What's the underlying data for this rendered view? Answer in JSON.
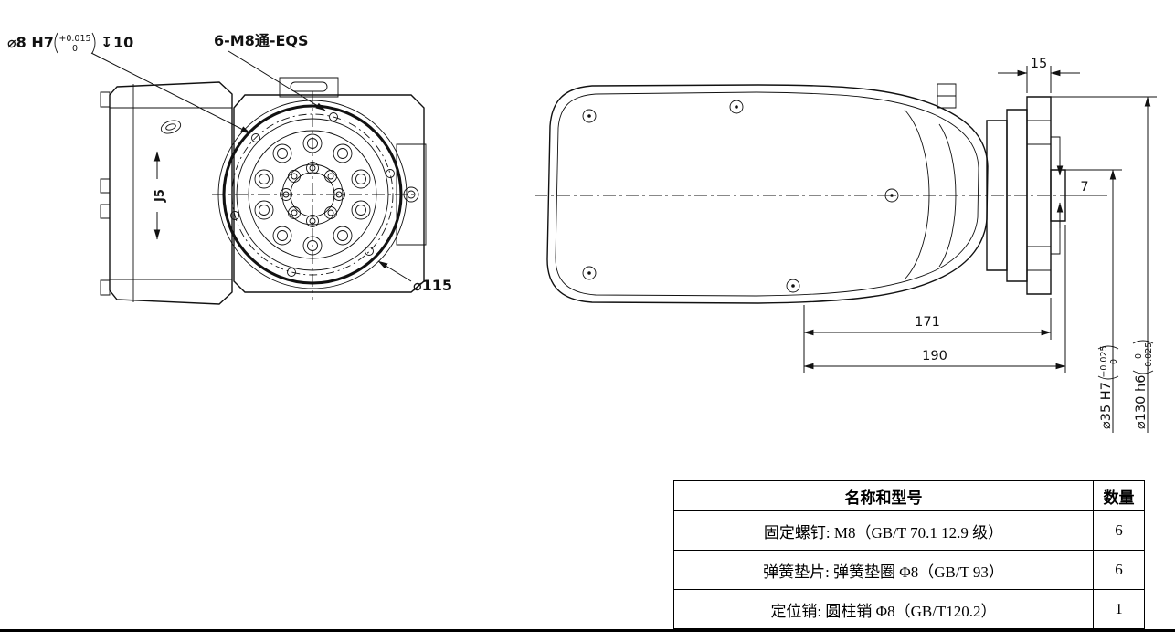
{
  "drawing": {
    "callout_bore": {
      "main": "⌀8 H7",
      "tol_upper": "+0.015",
      "tol_lower": "0",
      "depth_symbol": "↧",
      "depth_value": "10"
    },
    "callout_bolts": "6-M8通-EQS",
    "callout_flange_dia": "⌀115",
    "axis_label": "J5",
    "dims": {
      "width_15": "15",
      "pilot_7": "7",
      "length_171": "171",
      "length_190": "190",
      "shaft_fit": {
        "main": "⌀35 H7",
        "tol_upper": "+0.025",
        "tol_lower": "0"
      },
      "flange_fit": {
        "main": "⌀130 h6",
        "tol_upper": "0",
        "tol_lower": "-0.025"
      }
    }
  },
  "parts_table": {
    "headers": [
      "名称和型号",
      "数量"
    ],
    "rows": [
      {
        "name": "固定螺钉: M8（GB/T 70.1 12.9 级）",
        "qty": "6"
      },
      {
        "name": "弹簧垫片: 弹簧垫圈 Φ8（GB/T 93）",
        "qty": "6"
      },
      {
        "name": "定位销: 圆柱销 Φ8（GB/T120.2）",
        "qty": "1"
      }
    ]
  }
}
